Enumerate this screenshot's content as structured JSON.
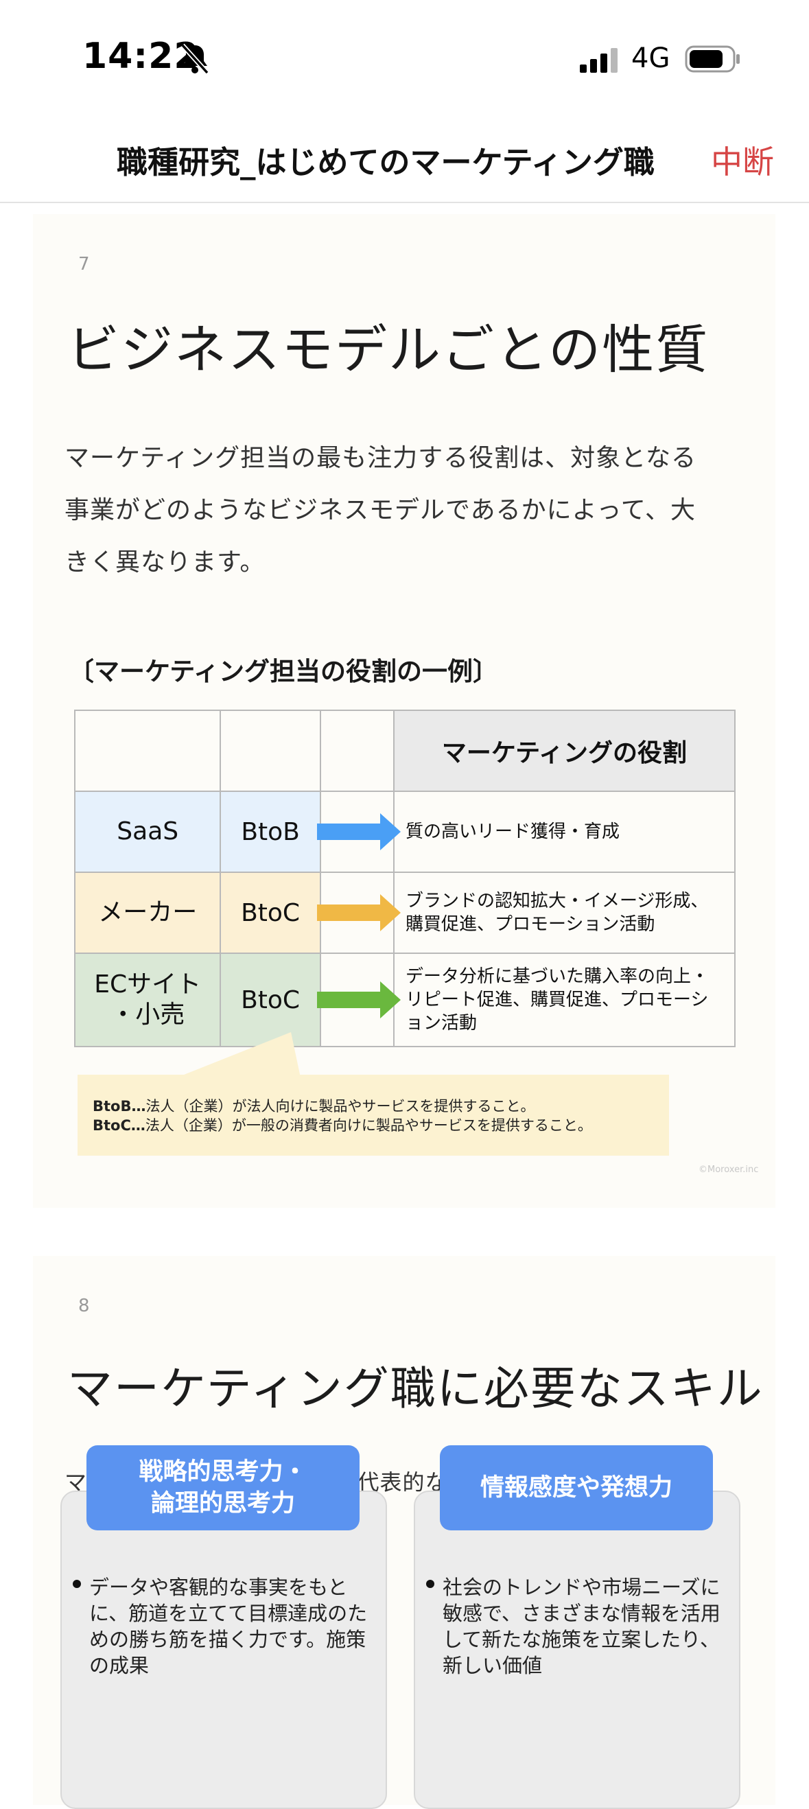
{
  "status_bar": {
    "time": "14:22",
    "network": "4G"
  },
  "header": {
    "title": "職種研究_はじめてのマーケティング職",
    "abort_label": "中断"
  },
  "slide7": {
    "page_number": "7",
    "title": "ビジネスモデルごとの性質",
    "body_lines": [
      "マーケティング担当の最も注力する役割は、対象となる",
      "事業がどのようなビジネスモデルであるかによって、大",
      "きく異なります。"
    ],
    "section_label": "〔マーケティング担当の役割の一例〕",
    "table": {
      "header_roles": "マーケティングの役割",
      "rows": [
        {
          "name": "SaaS",
          "type": "BtoB",
          "role": "質の高いリード獲得・育成",
          "color": "#4a9ff5"
        },
        {
          "name": "メーカー",
          "type": "BtoC",
          "role": "ブランドの認知拡大・イメージ形成、購買促進、プロモーション活動",
          "color": "#f0b845"
        },
        {
          "name_lines": [
            "ECサイト",
            "・小売"
          ],
          "type": "BtoC",
          "role": "データ分析に基づいた購入率の向上・リピート促進、購買促進、プロモーション活動",
          "color": "#6ab83e"
        }
      ]
    },
    "note": {
      "line1_term": "BtoB…",
      "line1_text": "法人（企業）が法人向けに製品やサービスを提供すること。",
      "line2_term": "BtoC…",
      "line2_text": "法人（企業）が一般の消費者向けに製品やサービスを提供すること。"
    },
    "copyright": "©Moroxer.inc"
  },
  "slide8": {
    "page_number": "8",
    "title": "マーケティング職に必要なスキル",
    "intro": "マーケティング職に必要な、代表的なスキルを紹介します。",
    "skills": [
      {
        "title_lines": [
          "戦略的思考力・",
          "論理的思考力"
        ],
        "text": "データや客観的な事実をもとに、筋道を立てて目標達成のための勝ち筋を描く力です。施策の成果"
      },
      {
        "title_lines": [
          "情報感度や発想力"
        ],
        "text": "社会のトレンドや市場ニーズに敏感で、さまざまな情報を活用して新たな施策を立案したり、新しい価値"
      }
    ]
  },
  "colors": {
    "accent_red": "#d64545",
    "skill_blue": "#5b93f0",
    "slide_bg": "#fdfcf8"
  }
}
